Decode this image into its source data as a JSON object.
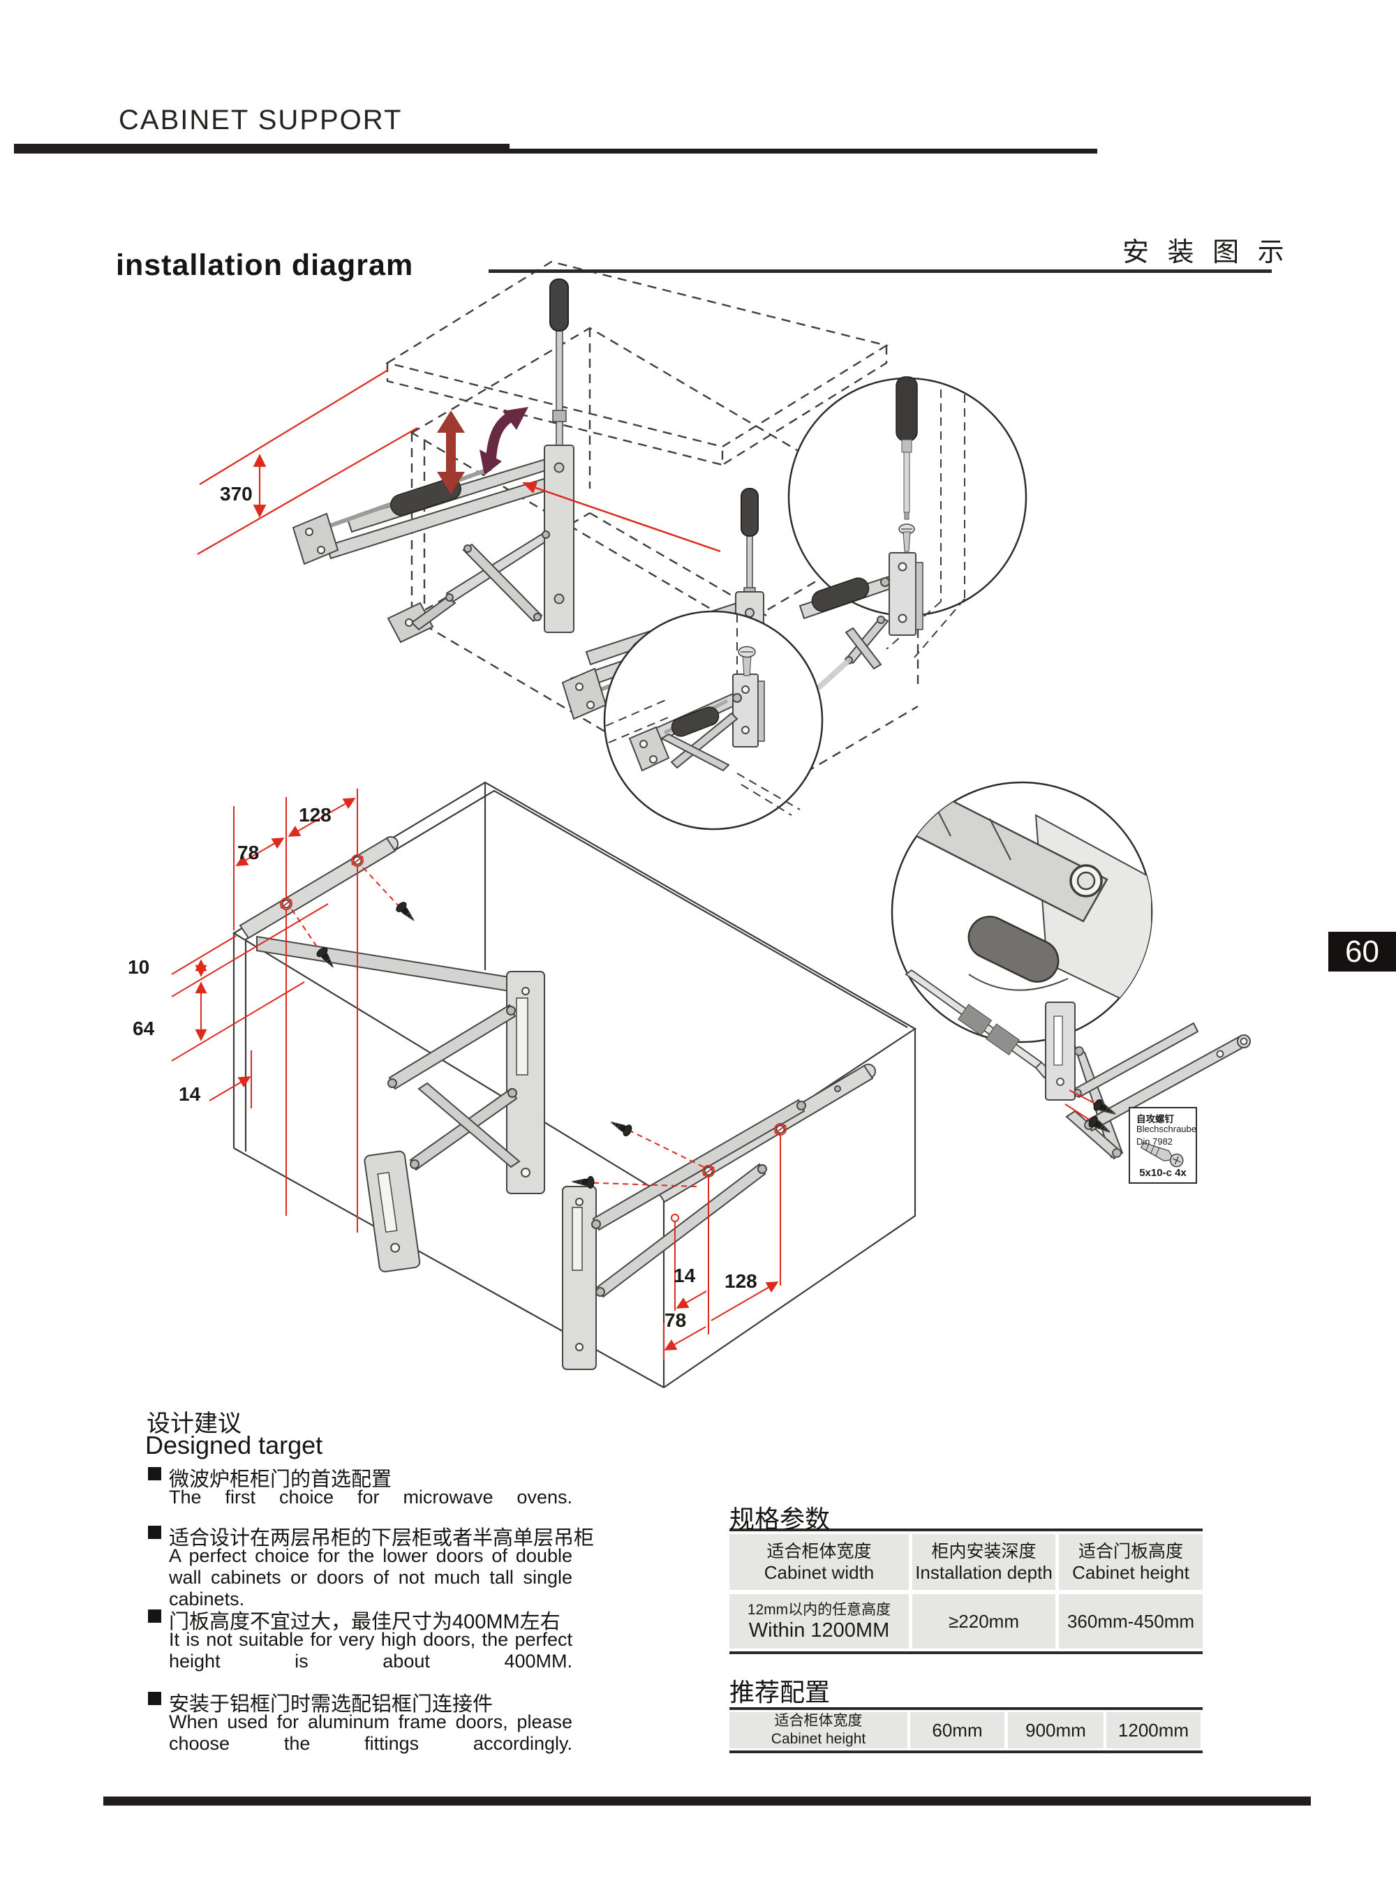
{
  "page": {
    "header_title": "CABINET SUPPORT",
    "section_title": "installation diagram",
    "section_title_cn": "安 装 图 示",
    "page_number": "60"
  },
  "diagram": {
    "dims": {
      "door_gap": "370",
      "top_128": "128",
      "top_78": "78",
      "left_10": "10",
      "left_64": "64",
      "left_14": "14",
      "bottom_14": "14",
      "bottom_128": "128",
      "bottom_78": "78"
    },
    "screw_label": {
      "cn": "自攻螺钉",
      "de": "Blechschraube",
      "din": "Din 7982",
      "size": "5x10-c 4x"
    }
  },
  "designed_target": {
    "title_cn": "设计建议",
    "title_en": "Designed target",
    "bullets": [
      {
        "cn": "微波炉柜柜门的首选配置",
        "en": "The first choice for microwave ovens."
      },
      {
        "cn": "适合设计在两层吊柜的下层柜或者半高单层吊柜",
        "en": "A perfect choice for the lower doors of double wall cabinets or doors of not much tall single cabinets."
      },
      {
        "cn": "门板高度不宜过大，最佳尺寸为400MM左右",
        "en": "It is not suitable for very high doors, the perfect height is about 400MM."
      },
      {
        "cn": "安装于铝框门时需选配铝框门连接件",
        "en": "When used for aluminum frame doors, please choose the fittings accordingly."
      }
    ]
  },
  "spec_table": {
    "title": "规格参数",
    "headers": [
      {
        "cn": "适合柜体宽度",
        "en": "Cabinet width"
      },
      {
        "cn": "柜内安装深度",
        "en": "Installation depth"
      },
      {
        "cn": "适合门板高度",
        "en": "Cabinet height"
      }
    ],
    "row": {
      "c1_cn": "12mm以内的任意高度",
      "c1_en": "Within 1200MM",
      "c2": "≥220mm",
      "c3": "360mm-450mm"
    }
  },
  "config_table": {
    "title": "推荐配置",
    "row_header_cn": "适合柜体宽度",
    "row_header_en": "Cabinet height",
    "values": [
      "60mm",
      "900mm",
      "1200mm"
    ]
  }
}
